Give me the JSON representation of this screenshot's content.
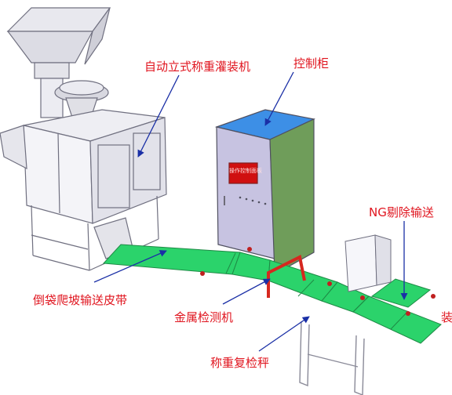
{
  "labels": {
    "filler": "自动立式称重灌装机",
    "cabinet": "控制柜",
    "cabinet_panel": "操作控制面板",
    "ng_reject": "NG剔除输送",
    "incline_belt": "倒袋爬坡输送皮带",
    "metal_detector": "金属检测机",
    "checkweigher": "称重复检秤",
    "cutoff": "装"
  },
  "colors": {
    "belt": "#2bd36b",
    "cabinet_top": "#3d8fe6",
    "cabinet_side": "#6f9d5a",
    "cabinet_front": "#c7c3e1",
    "detector_frame": "#d6281f",
    "machine_line": "#707080",
    "arrow": "#1a2fa6",
    "label_red": "#e0141e",
    "label_blue": "#1a2fa6"
  }
}
